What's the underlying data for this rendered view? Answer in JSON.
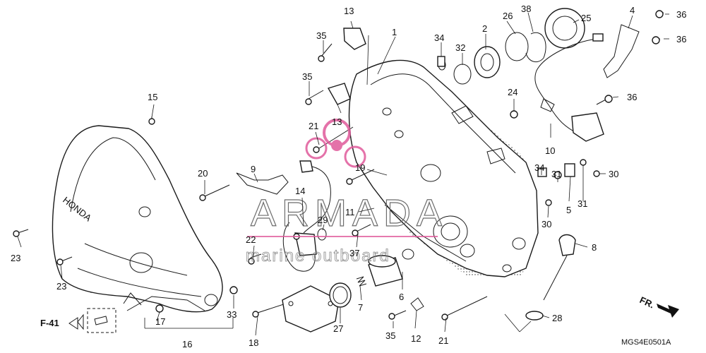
{
  "watermark": {
    "brand": "ARMADA",
    "tagline": "marine outboard",
    "accent_color": "#e05a9b"
  },
  "drawing": {
    "code": "MGS4E0501A",
    "front_marker": "FR.",
    "reference": "F-41",
    "cover_logo": "HONDA"
  },
  "callouts": [
    {
      "id": "c1",
      "label": "1"
    },
    {
      "id": "c2",
      "label": "2"
    },
    {
      "id": "c4",
      "label": "4"
    },
    {
      "id": "c5",
      "label": "5"
    },
    {
      "id": "c6",
      "label": "6"
    },
    {
      "id": "c7",
      "label": "7"
    },
    {
      "id": "c8",
      "label": "8"
    },
    {
      "id": "c9",
      "label": "9"
    },
    {
      "id": "c10",
      "label": "10"
    },
    {
      "id": "c11",
      "label": "11"
    },
    {
      "id": "c12",
      "label": "12"
    },
    {
      "id": "c13a",
      "label": "13"
    },
    {
      "id": "c13b",
      "label": "13"
    },
    {
      "id": "c14",
      "label": "14"
    },
    {
      "id": "c15",
      "label": "15"
    },
    {
      "id": "c16",
      "label": "16"
    },
    {
      "id": "c17",
      "label": "17"
    },
    {
      "id": "c18",
      "label": "18"
    },
    {
      "id": "c19",
      "label": "19"
    },
    {
      "id": "c20",
      "label": "20"
    },
    {
      "id": "c21a",
      "label": "21"
    },
    {
      "id": "c21b",
      "label": "21"
    },
    {
      "id": "c22",
      "label": "22"
    },
    {
      "id": "c23a",
      "label": "23"
    },
    {
      "id": "c23b",
      "label": "23"
    },
    {
      "id": "c24",
      "label": "24"
    },
    {
      "id": "c25",
      "label": "25"
    },
    {
      "id": "c26",
      "label": "26"
    },
    {
      "id": "c27",
      "label": "27"
    },
    {
      "id": "c28",
      "label": "28"
    },
    {
      "id": "c29",
      "label": "29"
    },
    {
      "id": "c30a",
      "label": "30"
    },
    {
      "id": "c30b",
      "label": "30"
    },
    {
      "id": "c31a",
      "label": "31"
    },
    {
      "id": "c31b",
      "label": "31"
    },
    {
      "id": "c32",
      "label": "32"
    },
    {
      "id": "c33",
      "label": "33"
    },
    {
      "id": "c34a",
      "label": "34"
    },
    {
      "id": "c34b",
      "label": "34"
    },
    {
      "id": "c35a",
      "label": "35"
    },
    {
      "id": "c35b",
      "label": "35"
    },
    {
      "id": "c35c",
      "label": "35"
    },
    {
      "id": "c36a",
      "label": "36"
    },
    {
      "id": "c36b",
      "label": "36"
    },
    {
      "id": "c36c",
      "label": "36"
    },
    {
      "id": "c37",
      "label": "37"
    },
    {
      "id": "c38",
      "label": "38"
    }
  ]
}
